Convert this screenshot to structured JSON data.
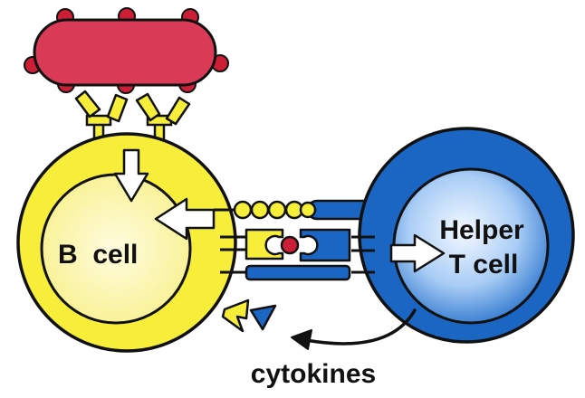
{
  "labels": {
    "b_cell": "B  cell",
    "helper_line1": "Helper",
    "helper_line2": "T cell",
    "cytokines": "cytokines"
  },
  "colors": {
    "bacterium": "#d93a55",
    "antigen": "#cc1f36",
    "b_cell": "#f7ee3a",
    "b_cell_inner": "#fbf7a8",
    "helper_outer": "#1a66c2",
    "helper_inner_light": "#eaf3ff",
    "helper_inner_dark": "#2a73cc",
    "outline": "#111111",
    "arrow_fill": "#ffffff"
  }
}
